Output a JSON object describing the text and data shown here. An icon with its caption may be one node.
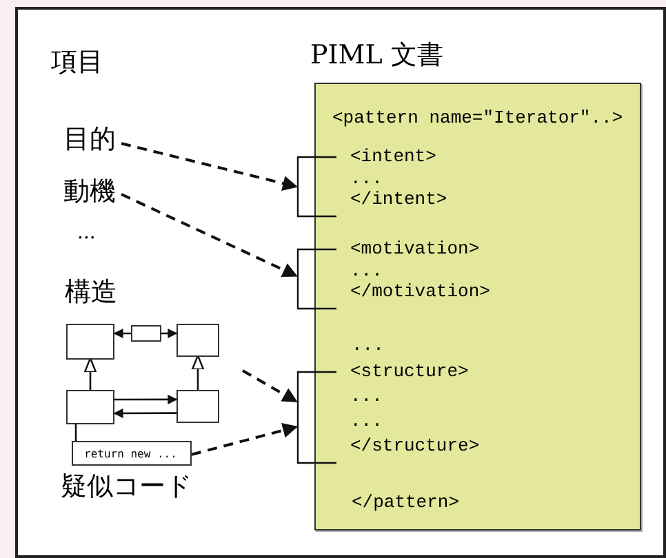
{
  "diagram": {
    "nodes": [
      {
        "text": [
          "目的"
        ]
      },
      {
        "text": [
          "動機"
        ]
      },
      {
        "text": [],
        "shape": "box"
      },
      {
        "text": [],
        "shape": "box"
      },
      {
        "text": [],
        "shape": "box"
      },
      {
        "text": [],
        "shape": "box"
      },
      {
        "text": [],
        "shape": "box"
      },
      {
        "text": [
          "return new ..."
        ]
      },
      {
        "text": [
          "PIML 文書",
          "<pattern name=\"Iterator\"..>",
          "...",
          "</pattern>"
        ]
      },
      {
        "text": [
          "<intent>",
          "...",
          "</intent>"
        ]
      },
      {
        "text": [
          "<motivation>",
          "...",
          "</motivation>"
        ]
      },
      {
        "text": [
          "<structure>",
          "...",
          "...",
          "</structure>"
        ]
      }
    ],
    "edges": [
      {
        "from": 0,
        "to": 9,
        "arrow": "to",
        "style": "dashed"
      },
      {
        "from": 1,
        "to": 10,
        "arrow": "to",
        "style": "dashed"
      },
      {
        "from": null,
        "to": 11,
        "arrow": "to",
        "style": "dashed"
      },
      {
        "from": 7,
        "to": 11,
        "arrow": "to",
        "style": "dashed"
      },
      {
        "from": 3,
        "to": 2,
        "arrow": "to"
      },
      {
        "from": 3,
        "to": 4,
        "arrow": "to"
      },
      {
        "from": 5,
        "to": 2,
        "arrow": "to"
      },
      {
        "from": 6,
        "to": 4,
        "arrow": "to"
      },
      {
        "from": 5,
        "to": 6,
        "arrow": "to"
      },
      {
        "from": 6,
        "to": 5,
        "arrow": "to"
      },
      {
        "from": 5,
        "to": 7,
        "arrow": "none"
      }
    ],
    "labels": [
      "項目",
      "...",
      "構造",
      "疑似コード"
    ]
  }
}
